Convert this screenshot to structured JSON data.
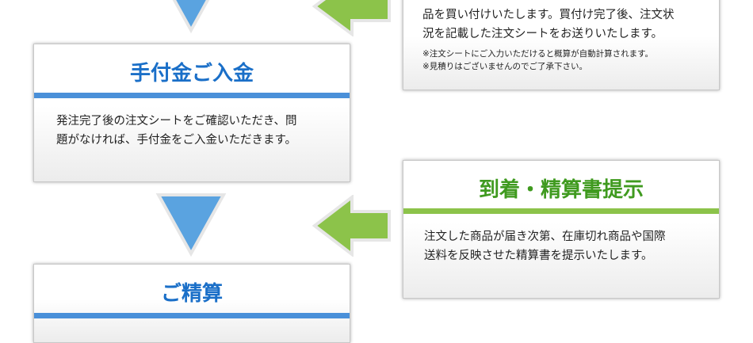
{
  "colors": {
    "blue_title": "#1a6fc8",
    "blue_bar": "#4a90d9",
    "green_title": "#3f9a1f",
    "green_bar": "#8cc34a"
  },
  "steps": {
    "order_status": {
      "text_lines": [
        "品を買い付けいたします。買付け完了後、注文状",
        "況を記載した注文シートをお送りいたします。"
      ],
      "notes": [
        "※注文シートにご入力いただけると概算が自動計算されます。",
        "※見積りはございませんのでご了承下さい。"
      ]
    },
    "deposit": {
      "title": "手付金ご入金",
      "text_lines": [
        "発注完了後の注文シートをご確認いただき、問",
        "題がなければ、手付金をご入金いただきます。"
      ]
    },
    "arrival": {
      "title": "到着・精算書提示",
      "text_lines": [
        "注文した商品が届き次第、在庫切れ商品や国際",
        "送料を反映させた精算書を提示いたします。"
      ]
    },
    "settlement": {
      "title": "ご精算"
    }
  }
}
